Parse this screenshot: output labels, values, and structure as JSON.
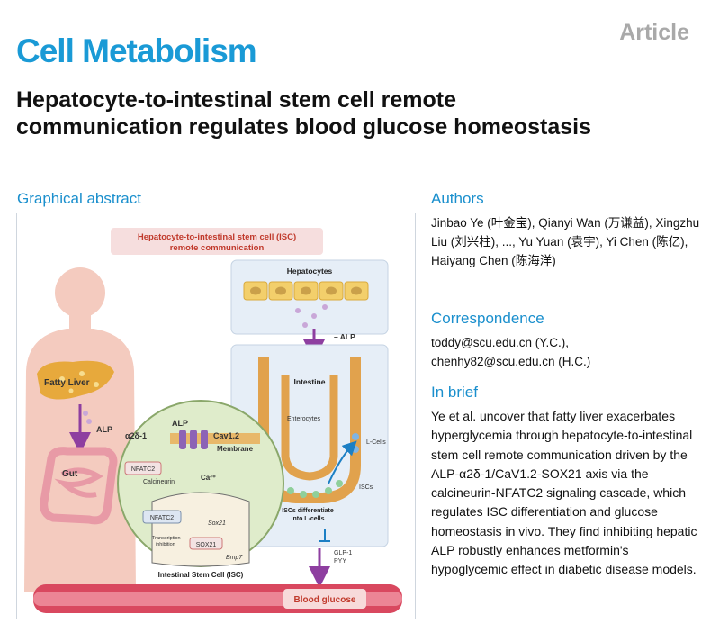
{
  "header": {
    "journal": "Cell Metabolism",
    "article_type": "Article",
    "title": "Hepatocyte-to-intestinal stem cell remote communication regulates blood glucose homeostasis"
  },
  "graphical_abstract": {
    "heading": "Graphical abstract",
    "banner": [
      "Hepatocyte-to-intestinal stem cell (ISC)",
      "remote communication"
    ],
    "labels": {
      "hepatocytes": "Hepatocytes",
      "alp_arrow": "– ALP",
      "intestine": "Intestine",
      "enterocytes": "Enterocytes",
      "l_cells": "L-Cells",
      "iscs": "ISCs",
      "isc_diff": [
        "ISCs differentiate",
        "into L-cells"
      ],
      "glp1": "GLP-1",
      "pyy": "PYY",
      "fatty_liver": "Fatty Liver",
      "alp_body": "ALP",
      "gut": "Gut",
      "alp_cell": "ALP",
      "a2d1": "α2δ-1",
      "cav12": "Cav1.2",
      "membrane": "Membrane",
      "nfatc2_top": "NFATC2",
      "calcineurin": "Calcineurin",
      "ca": "Ca²⁺",
      "nfatc2_bottom": "NFATC2",
      "sox21_gene": "Sox21",
      "transcription": [
        "Transcription",
        "inhibition"
      ],
      "sox21_protein": "SOX21",
      "bmp7": "Bmp7",
      "isc_label": "Intestinal Stem Cell (ISC)",
      "blood_glucose": "Blood glucose"
    },
    "colors": {
      "banner_bg": "#f6dede",
      "banner_text": "#c0392b",
      "hepatocyte": "#f3cf6b",
      "liver": "#e7a93c",
      "body": "#f4cbbf",
      "cell_green": "#dfeccb",
      "blood": "#d9485f",
      "purple": "#8e3fa0"
    }
  },
  "sidebar": {
    "authors_heading": "Authors",
    "authors": "Jinbao Ye (叶金宝), Qianyi Wan (万谦益), Xingzhu Liu (刘兴柱), ..., Yu Yuan (袁宇), Yi Chen (陈亿), Haiyang Chen (陈海洋)",
    "correspondence_heading": "Correspondence",
    "emails": [
      "toddy@scu.edu.cn (Y.C.),",
      "chenhy82@scu.edu.cn (H.C.)"
    ],
    "brief_heading": "In brief",
    "brief": "Ye et al. uncover that fatty liver exacerbates hyperglycemia through hepatocyte-to-intestinal stem cell remote communication driven by the ALP-α2δ-1/CaV1.2-SOX21 axis via the calcineurin-NFATC2 signaling cascade, which regulates ISC differentiation and glucose homeostasis in vivo. They find inhibiting hepatic ALP robustly enhances metformin's hypoglycemic effect in diabetic disease models."
  }
}
